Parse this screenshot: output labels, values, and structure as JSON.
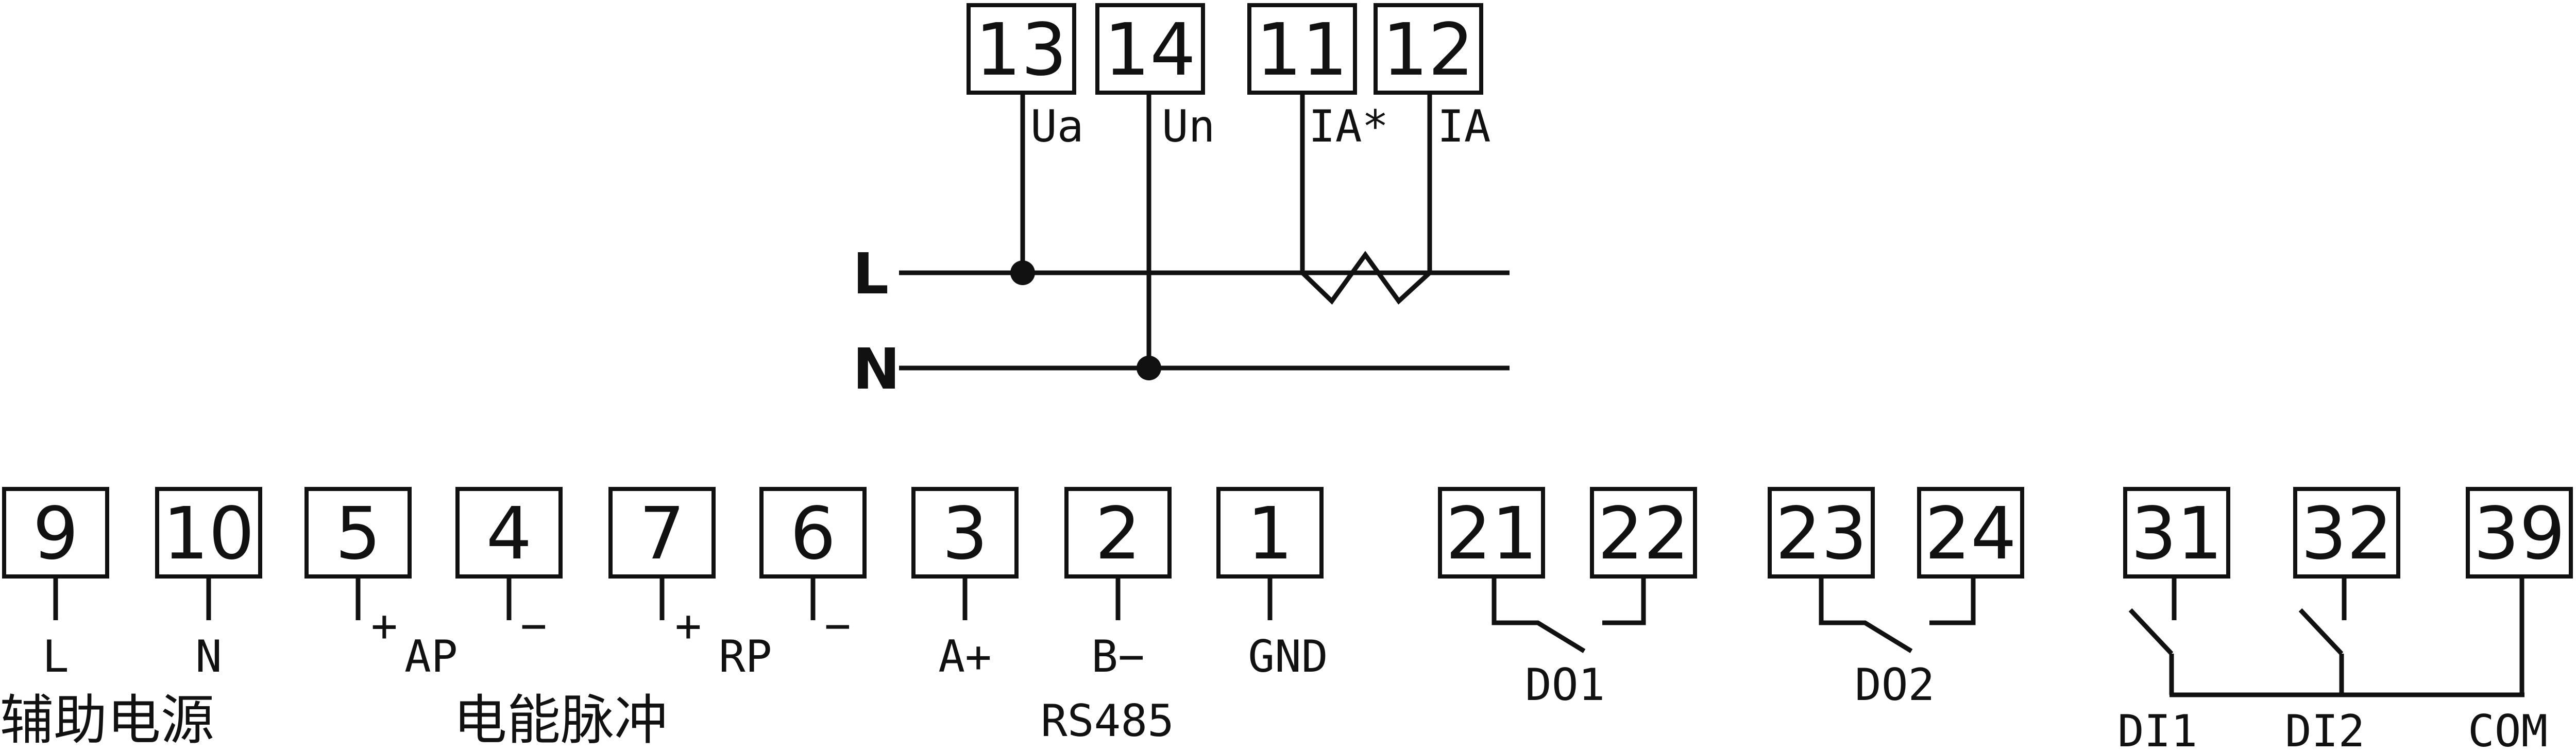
{
  "top_terminals": [
    {
      "number": "13",
      "label": "Ua"
    },
    {
      "number": "14",
      "label": "Un"
    },
    {
      "number": "11",
      "label": "IA*"
    },
    {
      "number": "12",
      "label": "IA"
    }
  ],
  "lines": {
    "l": "L",
    "n": "N"
  },
  "aux_power": {
    "terminals": [
      {
        "number": "9",
        "label": "L"
      },
      {
        "number": "10",
        "label": "N"
      }
    ],
    "caption": "辅助电源"
  },
  "energy_pulse": {
    "terminals": [
      {
        "number": "5"
      },
      {
        "number": "4"
      },
      {
        "number": "7"
      },
      {
        "number": "6"
      }
    ],
    "plus": "+",
    "minus": "−",
    "ap_label": "AP",
    "rp_label": "RP",
    "caption": "电能脉冲"
  },
  "rs485": {
    "terminals": [
      {
        "number": "3",
        "label": "A+"
      },
      {
        "number": "2",
        "label": "B−"
      },
      {
        "number": "1",
        "label": "GND"
      }
    ],
    "caption": "RS485"
  },
  "digital_outputs": [
    {
      "terminals": [
        "21",
        "22"
      ],
      "label": "DO1"
    },
    {
      "terminals": [
        "23",
        "24"
      ],
      "label": "DO2"
    }
  ],
  "digital_inputs": {
    "terminals": [
      "31",
      "32",
      "39"
    ],
    "labels": [
      "DI1",
      "DI2",
      "COM"
    ]
  }
}
